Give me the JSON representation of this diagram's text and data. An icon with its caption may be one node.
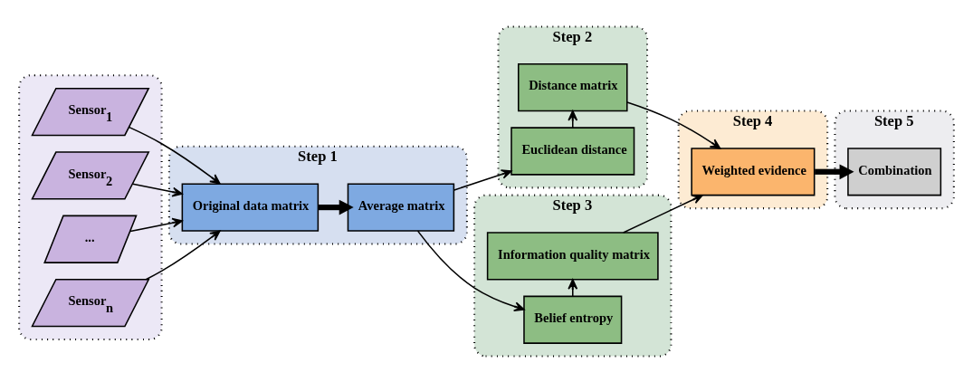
{
  "diagram": {
    "nodes": [
      {
        "text": [],
        "shape": "box"
      },
      {
        "text": [
          "Sensor$_{1}$"
        ],
        "in": 0
      },
      {
        "text": [
          "Sensor$_{2}$"
        ],
        "in": 0
      },
      {
        "text": [
          "..."
        ],
        "in": 0
      },
      {
        "text": [
          "Sensor$_{n}$"
        ],
        "in": 0
      },
      {
        "text": [
          "Step 1"
        ]
      },
      {
        "text": [
          "Original data matrix"
        ],
        "in": 5
      },
      {
        "text": [
          "Average matrix"
        ],
        "in": 5
      },
      {
        "text": [
          "Step 2"
        ]
      },
      {
        "text": [
          "Euclidean distance"
        ],
        "in": 8
      },
      {
        "text": [
          "Distance matrix"
        ],
        "in": 8
      },
      {
        "text": [
          "Step 3"
        ]
      },
      {
        "text": [
          "Information quality matrix"
        ],
        "in": 11
      },
      {
        "text": [
          "Belief entropy"
        ],
        "in": 11
      },
      {
        "text": [
          "Step 4"
        ]
      },
      {
        "text": [
          "Weighted evidence"
        ],
        "in": 14
      },
      {
        "text": [
          "Step 5"
        ]
      },
      {
        "text": [
          "Combination"
        ],
        "in": 16
      }
    ],
    "edges": [
      {
        "from": 1,
        "to": 6,
        "arrow": "to"
      },
      {
        "from": 2,
        "to": 6,
        "arrow": "to"
      },
      {
        "from": 3,
        "to": 6,
        "arrow": "to"
      },
      {
        "from": 4,
        "to": 6,
        "arrow": "to"
      },
      {
        "from": 6,
        "to": 7,
        "arrow": "to",
        "style": "thick"
      },
      {
        "from": 7,
        "to": 9,
        "arrow": "to"
      },
      {
        "from": 7,
        "to": 13,
        "arrow": "to"
      },
      {
        "from": 9,
        "to": 10,
        "arrow": "to"
      },
      {
        "from": 13,
        "to": 12,
        "arrow": "to"
      },
      {
        "from": 10,
        "to": 15,
        "arrow": "to"
      },
      {
        "from": 12,
        "to": 15,
        "arrow": "to"
      },
      {
        "from": 15,
        "to": 17,
        "arrow": "to",
        "style": "thick"
      }
    ]
  }
}
